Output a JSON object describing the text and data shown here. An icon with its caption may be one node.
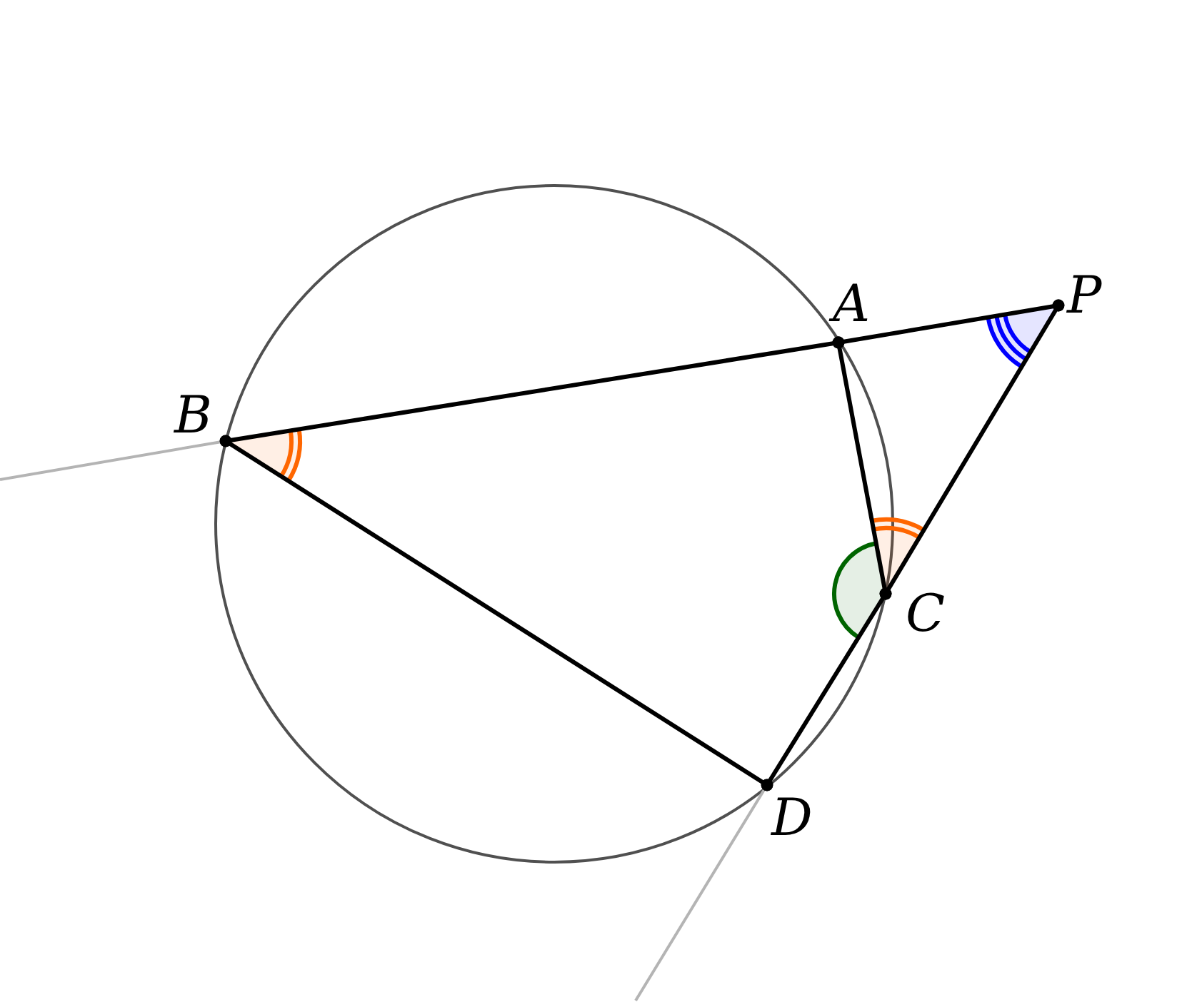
{
  "diagram": {
    "nodes": [
      {
        "text": [
          "A"
        ]
      },
      {
        "text": [
          "P"
        ]
      },
      {
        "text": [
          "B"
        ]
      },
      {
        "text": [
          "C"
        ]
      },
      {
        "text": [
          "D"
        ]
      }
    ],
    "edges": [
      {
        "from": 2,
        "to": 0,
        "arrow": "other"
      },
      {
        "from": 0,
        "to": 1,
        "arrow": "other"
      },
      {
        "from": 0,
        "to": 3,
        "arrow": "other"
      },
      {
        "from": 1,
        "to": 3,
        "arrow": "other"
      },
      {
        "from": 3,
        "to": 4,
        "arrow": "other"
      },
      {
        "from": 2,
        "to": 4,
        "arrow": "other"
      }
    ]
  }
}
